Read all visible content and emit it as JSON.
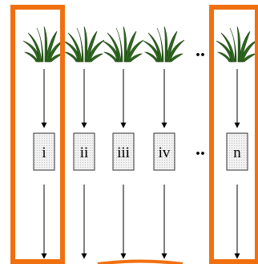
{
  "diagram": {
    "columns": [
      {
        "label": "i",
        "highlighted": true
      },
      {
        "label": "ii",
        "highlighted": false
      },
      {
        "label": "iii",
        "highlighted": false
      },
      {
        "label": "iv",
        "highlighted": false
      },
      {
        "label": "n",
        "highlighted": true
      }
    ],
    "ellipsis_top": "..",
    "ellipsis_middle": "..",
    "colors": {
      "highlight": "#f07010",
      "plant": "#2f6a1e",
      "plant_dark": "#173d0e",
      "box_fill": "#e8e8e8",
      "arrow": "#000000"
    },
    "icons": {
      "plant": "grass-tuft-icon"
    }
  }
}
